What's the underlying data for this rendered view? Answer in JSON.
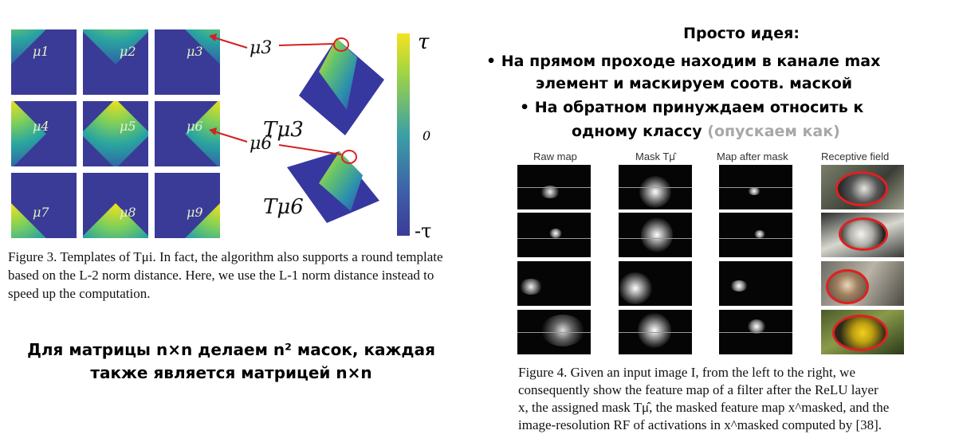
{
  "left": {
    "grid_labels": [
      "μ1",
      "μ2",
      "μ3",
      "μ4",
      "μ5",
      "μ6",
      "μ7",
      "μ8",
      "μ9"
    ],
    "callouts": {
      "mu3": "μ3",
      "mu6": "μ6",
      "t3": "Tμ3",
      "t6": "Tμ6"
    },
    "colorbar": {
      "top": "τ",
      "mid": "0",
      "bottom": "-τ",
      "top_color": "#f4e21f",
      "mid_color": "#3aa0a6",
      "bottom_color": "#3b3b98"
    },
    "caption": "Figure 3. Templates of Tμi. In fact, the algorithm also supports a round template based on the L-2 norm distance. Here, we use the L-1 norm distance instead to speed up the computation.",
    "note_line1": "Для матрицы n×n делаем n² масок, каждая",
    "note_line2": "также является матрицей n×n"
  },
  "right": {
    "title": "Просто идея:",
    "bullet1_line1": "На прямом проходе находим в канале max",
    "bullet1_line2": "элемент и маскируем соотв. маской",
    "bullet2_line1": "На обратном принуждаем относить к",
    "bullet2_line2": "одному классу",
    "bullet2_gray": "(опускаем как)",
    "col_headers": [
      "Raw map",
      "Mask Tμ̂",
      "Map after mask",
      "Receptive field"
    ],
    "caption_line1": "Figure 4. Given an input image I, from the left to the right, we",
    "caption_line2": "consequently show the feature map of a filter after the ReLU layer",
    "caption_line3": "x, the assigned mask Tμ̂, the masked feature map x^masked, and the",
    "caption_line4": "image-resolution RF of activations in x^masked computed by [38]."
  }
}
